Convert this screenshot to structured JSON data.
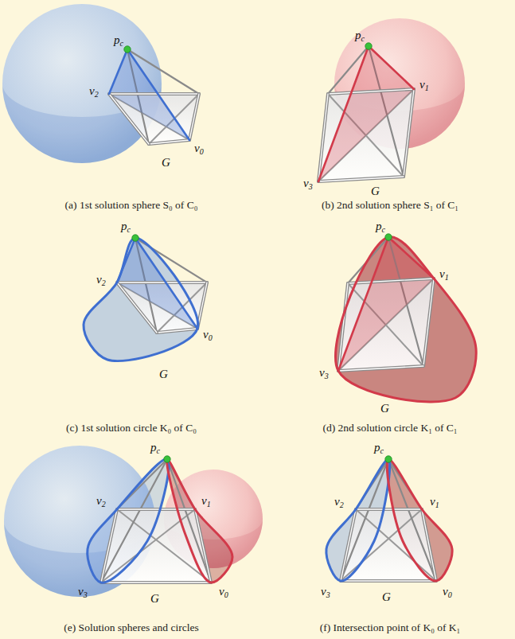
{
  "diagram": {
    "labels": [
      "pc",
      "v2",
      "v0",
      "G",
      "(a) 1st solution sphere S₀ of C₀",
      "pc",
      "v1",
      "v3",
      "G",
      "(b) 2nd solution sphere S₁ of C₁",
      "pc",
      "v2",
      "v0",
      "G",
      "(c) 1st solution circle K₀ of C₀",
      "pc",
      "v1",
      "v3",
      "G",
      "(d) 2nd solution circle K₁ of C₁",
      "pc",
      "v2",
      "v1",
      "v3",
      "v0",
      "G",
      "(e) Solution spheres and circles",
      "pc",
      "v2",
      "v1",
      "v3",
      "v0",
      "G",
      "(f) Intersection point of K₀ of K₁"
    ]
  }
}
